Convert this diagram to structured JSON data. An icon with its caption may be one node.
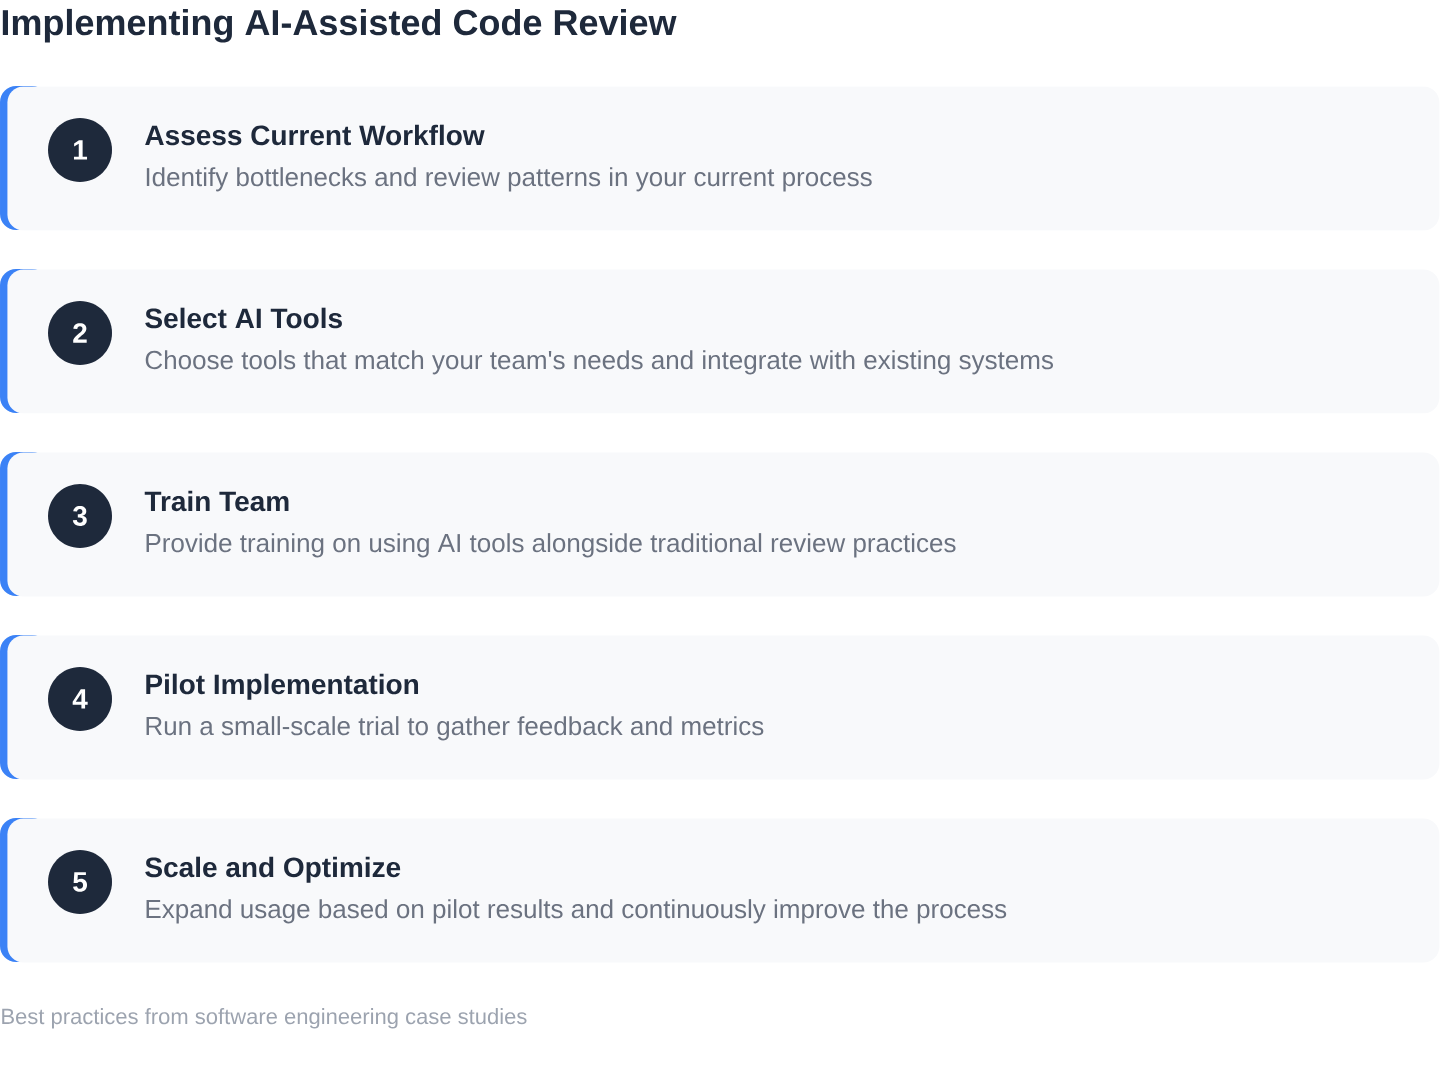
{
  "diagram": {
    "title": "Implementing AI-Assisted Code Review",
    "nodes": [
      {
        "text": [
          "Assess Current Workflow",
          "Identify bottlenecks and review patterns in your current process"
        ]
      },
      {
        "text": [
          "1"
        ],
        "in": 0
      },
      {
        "text": [
          "Select AI Tools",
          "Choose tools that match your team's needs and integrate with existing systems"
        ]
      },
      {
        "text": [
          "2"
        ],
        "in": 2
      },
      {
        "text": [
          "Train Team",
          "Provide training on using AI tools alongside traditional review practices"
        ]
      },
      {
        "text": [
          "3"
        ],
        "in": 4
      },
      {
        "text": [
          "Pilot Implementation",
          "Run a small-scale trial to gather feedback and metrics"
        ]
      },
      {
        "text": [
          "4"
        ],
        "in": 6
      },
      {
        "text": [
          "Scale and Optimize",
          "Expand usage based on pilot results and continuously improve the process"
        ]
      },
      {
        "text": [
          "5"
        ],
        "in": 8
      }
    ],
    "labels": [
      "Best practices from software engineering case studies"
    ]
  }
}
